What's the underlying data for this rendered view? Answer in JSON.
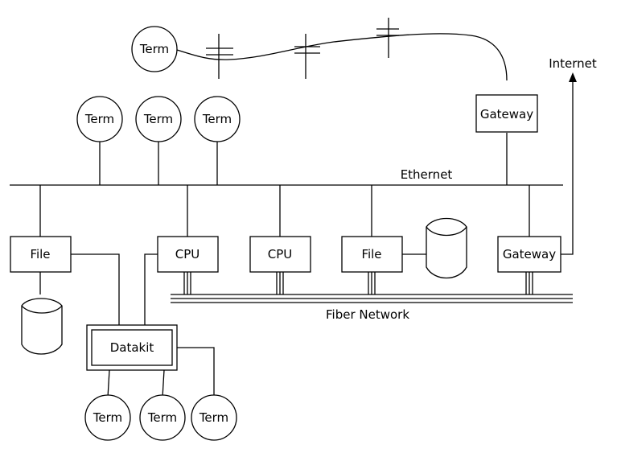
{
  "labels": {
    "ethernet": "Ethernet",
    "fiber_network": "Fiber Network",
    "internet": "Internet"
  },
  "nodes": {
    "term_remote": "Term",
    "term_eth_1": "Term",
    "term_eth_2": "Term",
    "term_eth_3": "Term",
    "gateway_top": "Gateway",
    "file_left": "File",
    "cpu_1": "CPU",
    "cpu_2": "CPU",
    "file_right": "File",
    "gateway_bottom": "Gateway",
    "datakit": "Datakit",
    "term_dk_1": "Term",
    "term_dk_2": "Term",
    "term_dk_3": "Term"
  }
}
